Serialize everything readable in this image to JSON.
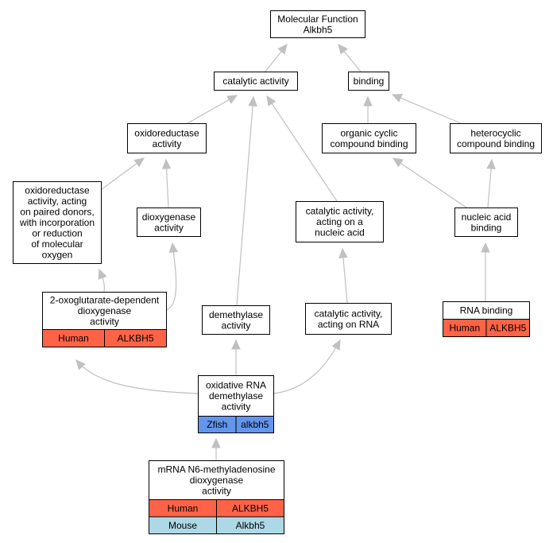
{
  "colors": {
    "human": "#ff6347",
    "mouse": "#add8e6",
    "zfish": "#6495ed",
    "edge": "#c0c0c0"
  },
  "nodes": {
    "root": {
      "lines": [
        "Molecular Function",
        "Alkbh5"
      ]
    },
    "catalytic": {
      "lines": [
        "catalytic activity"
      ]
    },
    "binding": {
      "lines": [
        "binding"
      ]
    },
    "oxidoreductase": {
      "lines": [
        "oxidoreductase",
        "activity"
      ]
    },
    "organic_cyclic": {
      "lines": [
        "organic cyclic",
        "compound binding"
      ]
    },
    "heterocyclic": {
      "lines": [
        "heterocyclic",
        "compound binding"
      ]
    },
    "oxido_paired": {
      "lines": [
        "oxidoreductase",
        "activity, acting",
        "on paired donors,",
        "with incorporation",
        "or reduction",
        "of molecular",
        "oxygen"
      ]
    },
    "dioxygenase": {
      "lines": [
        "dioxygenase",
        "activity"
      ]
    },
    "cat_nucleic": {
      "lines": [
        "catalytic activity,",
        "acting on a",
        "nucleic acid"
      ]
    },
    "nucleic_binding": {
      "lines": [
        "nucleic acid",
        "binding"
      ]
    },
    "oxoglutarate": {
      "lines": [
        "2-oxoglutarate-dependent",
        "dioxygenase",
        "activity"
      ],
      "annotations": [
        {
          "species": "Human",
          "gene": "ALKBH5",
          "color": "human"
        }
      ]
    },
    "demethylase": {
      "lines": [
        "demethylase",
        "activity"
      ]
    },
    "cat_rna": {
      "lines": [
        "catalytic activity,",
        "acting on RNA"
      ]
    },
    "rna_binding": {
      "lines": [
        "RNA binding"
      ],
      "annotations": [
        {
          "species": "Human",
          "gene": "ALKBH5",
          "color": "human"
        }
      ]
    },
    "oxidative_rna": {
      "lines": [
        "oxidative RNA",
        "demethylase",
        "activity"
      ],
      "annotations": [
        {
          "species": "Zfish",
          "gene": "alkbh5",
          "color": "zfish"
        }
      ]
    },
    "m6a": {
      "lines": [
        "mRNA N6-methyladenosine",
        "dioxygenase",
        "activity"
      ],
      "annotations": [
        {
          "species": "Human",
          "gene": "ALKBH5",
          "color": "human"
        },
        {
          "species": "Mouse",
          "gene": "Alkbh5",
          "color": "mouse"
        }
      ]
    }
  }
}
